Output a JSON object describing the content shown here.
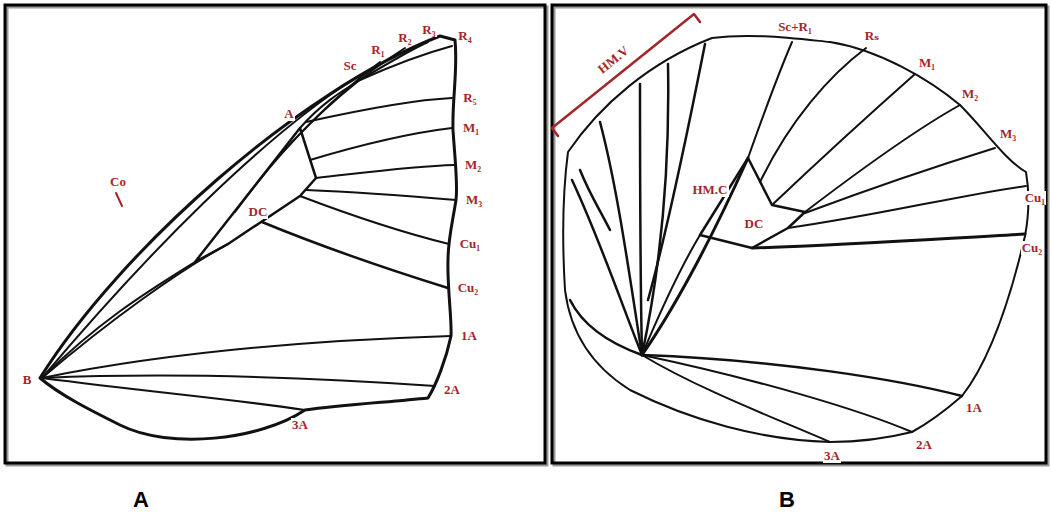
{
  "diagram": {
    "labels": [
      "Co",
      "Sc",
      "R₁",
      "R₂",
      "R₃",
      "R₄",
      "R₅",
      "M₁",
      "M₂",
      "M₃",
      "Cu₁",
      "Cu₂",
      "1A",
      "2A",
      "3A",
      "DC",
      "A",
      "B",
      "HM.V",
      "Sc+R₁",
      "Rₛ",
      "HM.C",
      "DC",
      "M₁",
      "M₂",
      "M₃",
      "Cu₁",
      "Cu₂",
      "1A",
      "2A",
      "3A",
      "A",
      "B"
    ]
  }
}
